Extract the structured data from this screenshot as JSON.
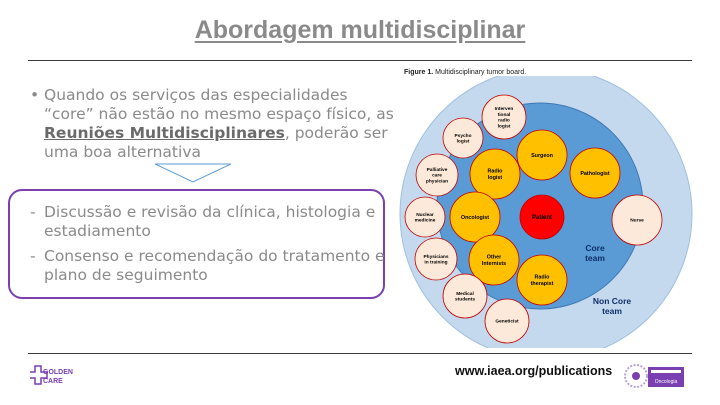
{
  "slide": {
    "title": "Abordagem multidisciplinar",
    "bullet": {
      "marker": "•",
      "text_before": "Quando os serviços das especialidades “core” não estão no mesmo espaço físico, as ",
      "highlight": "Reuniões Multidisciplinares",
      "text_after": ", poderão ser uma boa alternativa"
    },
    "sub_points": [
      {
        "marker": "-",
        "text": "Discussão e revisão da clínica, histologia e estadiamento"
      },
      {
        "marker": "-",
        "text": "Consenso e recomendação do tratamento e plano de seguimento"
      }
    ]
  },
  "figure": {
    "caption_bold": "Figure 1.",
    "caption": " Multidisciplinary tumor board.",
    "center": "Patient",
    "core_label": [
      "Core",
      "team"
    ],
    "non_core_label": [
      "Non Core",
      "team"
    ],
    "core_members": [
      [
        "Surgeon"
      ],
      [
        "Pathologist"
      ],
      [
        "Radio",
        "logist"
      ],
      [
        "Oncologist"
      ],
      [
        "Other",
        "Internists"
      ],
      [
        "Radio",
        "therapist"
      ]
    ],
    "non_core_members": [
      [
        "Interven",
        "tional",
        "radio",
        "logist"
      ],
      [
        "Psycho",
        "logist"
      ],
      [
        "Palliative",
        "care",
        "physician"
      ],
      [
        "Nuclear",
        "medicine"
      ],
      [
        "Physicians",
        "in training"
      ],
      [
        "Medical",
        "students"
      ],
      [
        "Geneticist"
      ],
      [
        "Nurse"
      ]
    ],
    "colors": {
      "outer": "#c5d9ee",
      "core": "#5b9bd5",
      "member": "#ffc000",
      "non_core": "#fde9d9",
      "patient": "#ff0000",
      "ring": "#c00000"
    }
  },
  "footer": {
    "url": "www.iaea.org/publications",
    "logo_left": [
      "GOLDEN",
      "CARE"
    ],
    "logo_right_text": "Oncologia",
    "accent": "#7a3fb0"
  }
}
